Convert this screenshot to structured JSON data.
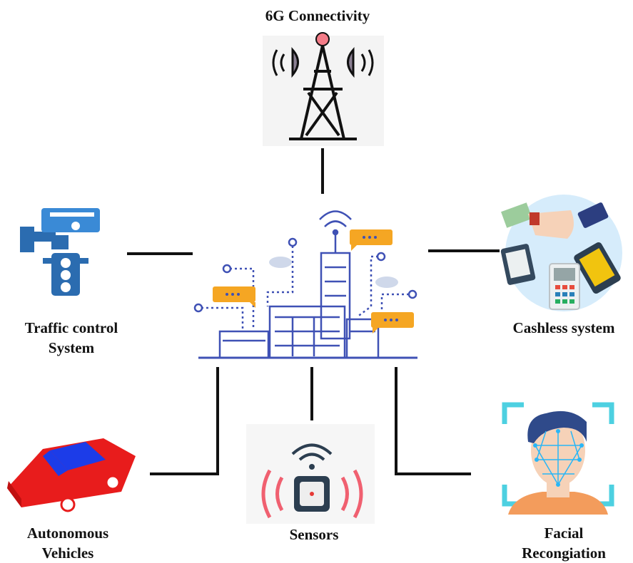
{
  "diagram": {
    "center": {
      "name": "smart-city-hub-icon"
    },
    "nodes": [
      {
        "id": "6g",
        "label": "6G Connectivity",
        "icon": "cell-tower-icon"
      },
      {
        "id": "traffic",
        "label_line1": "Traffic control",
        "label_line2": "System",
        "icon": "traffic-camera-icon"
      },
      {
        "id": "cashless",
        "label": "Cashless system",
        "icon": "payment-devices-icon"
      },
      {
        "id": "auto",
        "label_line1": "Autonomous",
        "label_line2": "Vehicles",
        "icon": "car-icon"
      },
      {
        "id": "sensors",
        "label": "Sensors",
        "icon": "wireless-sensor-icon"
      },
      {
        "id": "face",
        "label_line1": "Facial",
        "label_line2": "Recongiation",
        "icon": "face-scan-icon"
      }
    ],
    "colors": {
      "connector": "#111111",
      "accent_blue": "#2b6cb0",
      "city_blue": "#3f51b5",
      "orange": "#f5a623",
      "red": "#e53935",
      "cyan": "#4dd0e1"
    }
  }
}
